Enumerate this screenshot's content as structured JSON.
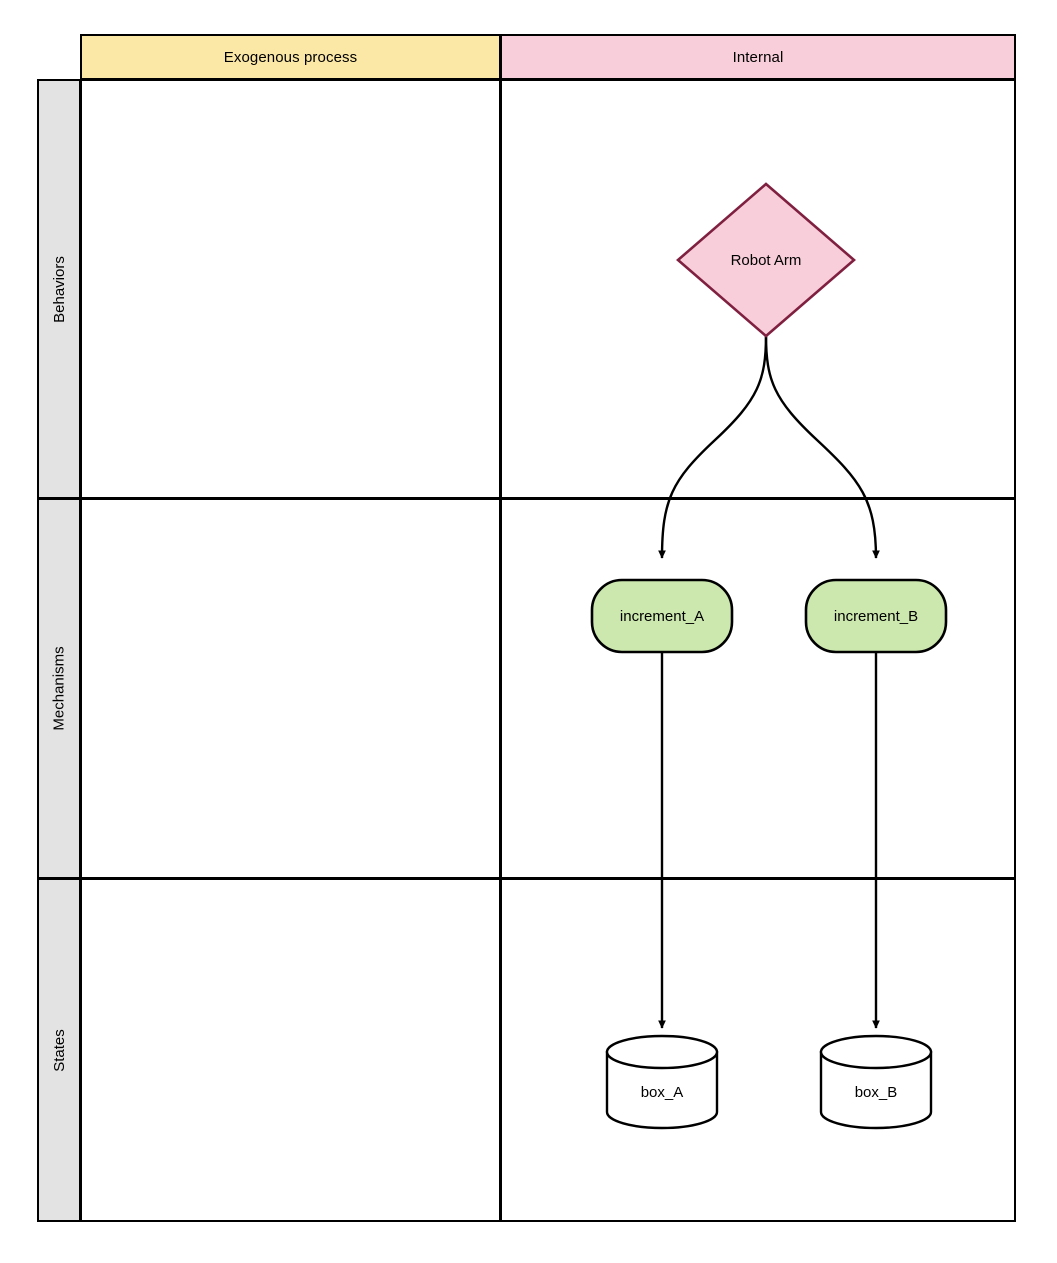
{
  "diagram": {
    "type": "swimlane-flow-diagram",
    "columns": [
      {
        "id": "exogenous",
        "label": "Exogenous process",
        "color": "#FCE8A6"
      },
      {
        "id": "internal",
        "label": "Internal",
        "color": "#F9CEDB"
      }
    ],
    "rows": [
      {
        "id": "behaviors",
        "label": "Behaviors",
        "color": "#E3E3E3"
      },
      {
        "id": "mechanisms",
        "label": "Mechanisms",
        "color": "#E3E3E3"
      },
      {
        "id": "states",
        "label": "States",
        "color": "#E3E3E3"
      }
    ],
    "nodes": [
      {
        "id": "robot_arm",
        "label": "Robot Arm",
        "shape": "diamond",
        "row": "behaviors",
        "column": "internal",
        "fill": "#F9CEDB",
        "stroke": "#7F2040"
      },
      {
        "id": "increment_a",
        "label": "increment_A",
        "shape": "rounded-rectangle",
        "row": "mechanisms",
        "column": "internal",
        "fill": "#CDE8AF",
        "stroke": "#000000"
      },
      {
        "id": "increment_b",
        "label": "increment_B",
        "shape": "rounded-rectangle",
        "row": "mechanisms",
        "column": "internal",
        "fill": "#CDE8AF",
        "stroke": "#000000"
      },
      {
        "id": "box_a",
        "label": "box_A",
        "shape": "cylinder",
        "row": "states",
        "column": "internal",
        "fill": "#FFFFFF",
        "stroke": "#000000"
      },
      {
        "id": "box_b",
        "label": "box_B",
        "shape": "cylinder",
        "row": "states",
        "column": "internal",
        "fill": "#FFFFFF",
        "stroke": "#000000"
      }
    ],
    "edges": [
      {
        "id": "e1",
        "from": "robot_arm",
        "to": "increment_a",
        "style": "curved",
        "arrow": "filled-triangle"
      },
      {
        "id": "e2",
        "from": "robot_arm",
        "to": "increment_b",
        "style": "curved",
        "arrow": "filled-triangle"
      },
      {
        "id": "e3",
        "from": "increment_a",
        "to": "box_a",
        "style": "straight",
        "arrow": "filled-triangle"
      },
      {
        "id": "e4",
        "from": "increment_b",
        "to": "box_b",
        "style": "straight",
        "arrow": "filled-triangle"
      }
    ]
  }
}
